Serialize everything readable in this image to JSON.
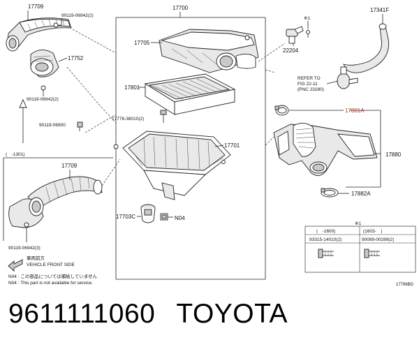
{
  "labels": {
    "p17709_top": "17709",
    "p17700": "17700",
    "p90119_06942_2_top": "90119-06942(2)",
    "p17752": "17752",
    "p17705": "17705",
    "p22204": "22204",
    "asterisk1_top": "※1",
    "p17341F": "17341F",
    "p90119_06942_2_mid": "90119-06942(2)",
    "p17801": "17801",
    "refer_to": "REFER TO",
    "fig": "FIG 22-11",
    "pnc": "(PNC 23280)",
    "p17881A": "17881A",
    "p17778": "17778-38010(2)",
    "p90119_06900": "90119-06900",
    "range_left": "(　-1301)",
    "p17701": "17701",
    "p17880": "17880",
    "p17709_bot": "17709",
    "p17882A": "17882A",
    "p17703C": "17703C",
    "n04": "N04",
    "p90119_06942_3": "90119-06942(3)",
    "front_jp": "車両前方",
    "front_en": "VEHICLE FRONT SIDE",
    "note_jp": "N04 : この部品については補給していません",
    "note_en": "N04 : This part is not available for service.",
    "diagram_code": "17796BD"
  },
  "inset_table": {
    "marker": "※1",
    "col1_range": "(　-1600)",
    "col2_range": "(1603-　)",
    "col1_part": "93315-14010(2)",
    "col2_part": "90099-00289(2)"
  },
  "caption": {
    "part_number": "9611111060",
    "brand": "TOYOTA"
  },
  "colors": {
    "highlight": "#c0392b",
    "line": "#222222"
  }
}
